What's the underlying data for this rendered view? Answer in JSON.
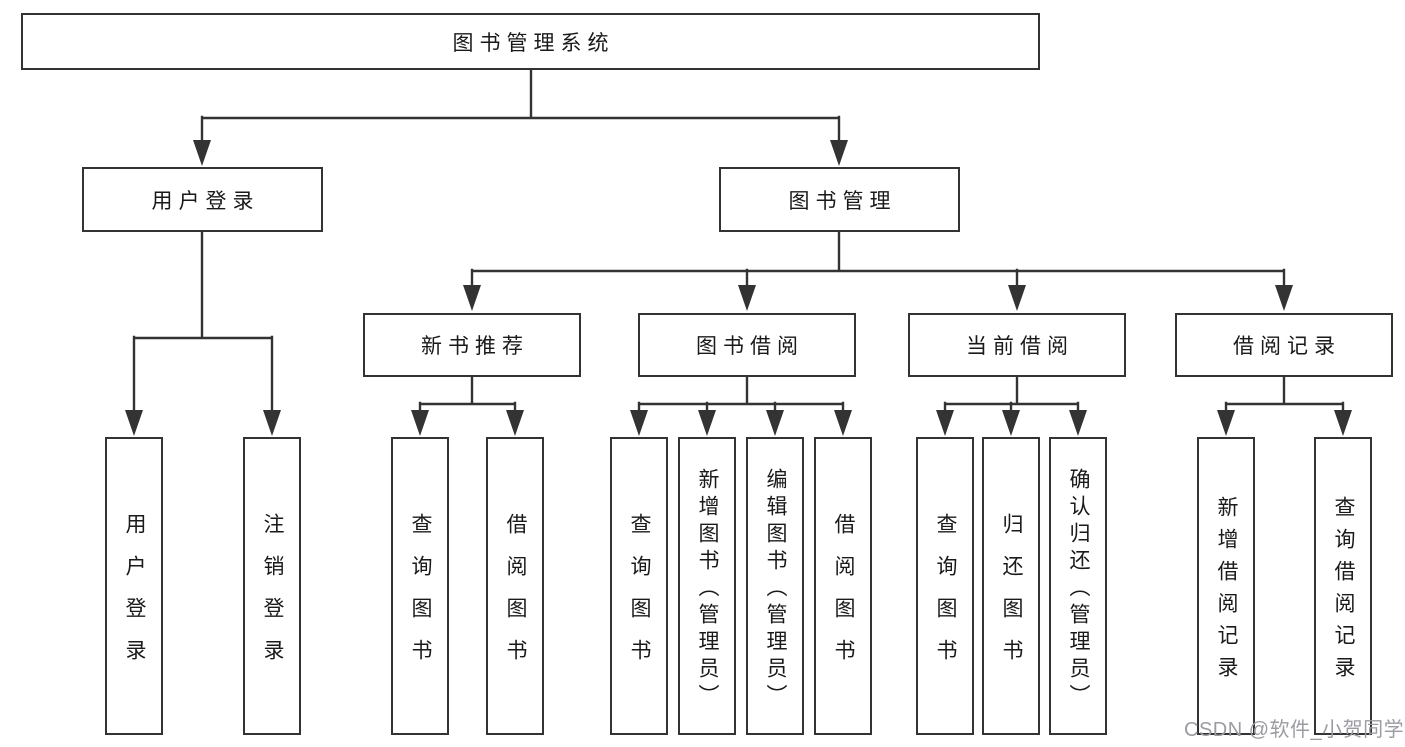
{
  "diagram": {
    "root": {
      "label": "图书管理系统",
      "children": [
        {
          "label": "用户登录",
          "children": [
            {
              "label": "用户登录"
            },
            {
              "label": "注销登录"
            }
          ]
        },
        {
          "label": "图书管理",
          "children": [
            {
              "label": "新书推荐",
              "children": [
                {
                  "label": "查询图书"
                },
                {
                  "label": "借阅图书"
                }
              ]
            },
            {
              "label": "图书借阅",
              "children": [
                {
                  "label": "查询图书"
                },
                {
                  "label": "新增图书（管理员）"
                },
                {
                  "label": "编辑图书（管理员）"
                },
                {
                  "label": "借阅图书"
                }
              ]
            },
            {
              "label": "当前借阅",
              "children": [
                {
                  "label": "查询图书"
                },
                {
                  "label": "归还图书"
                },
                {
                  "label": "确认归还（管理员）"
                }
              ]
            },
            {
              "label": "借阅记录",
              "children": [
                {
                  "label": "新增借阅记录"
                },
                {
                  "label": "查询借阅记录"
                }
              ]
            }
          ]
        }
      ]
    }
  },
  "watermark": {
    "text": "CSDN @软件_小贺同学"
  },
  "colors": {
    "line": "#333333",
    "box_border": "#333333",
    "box_background": "#ffffff",
    "text": "#1a1a1a",
    "watermark": "#9b9ba3",
    "background": "#ffffff"
  }
}
